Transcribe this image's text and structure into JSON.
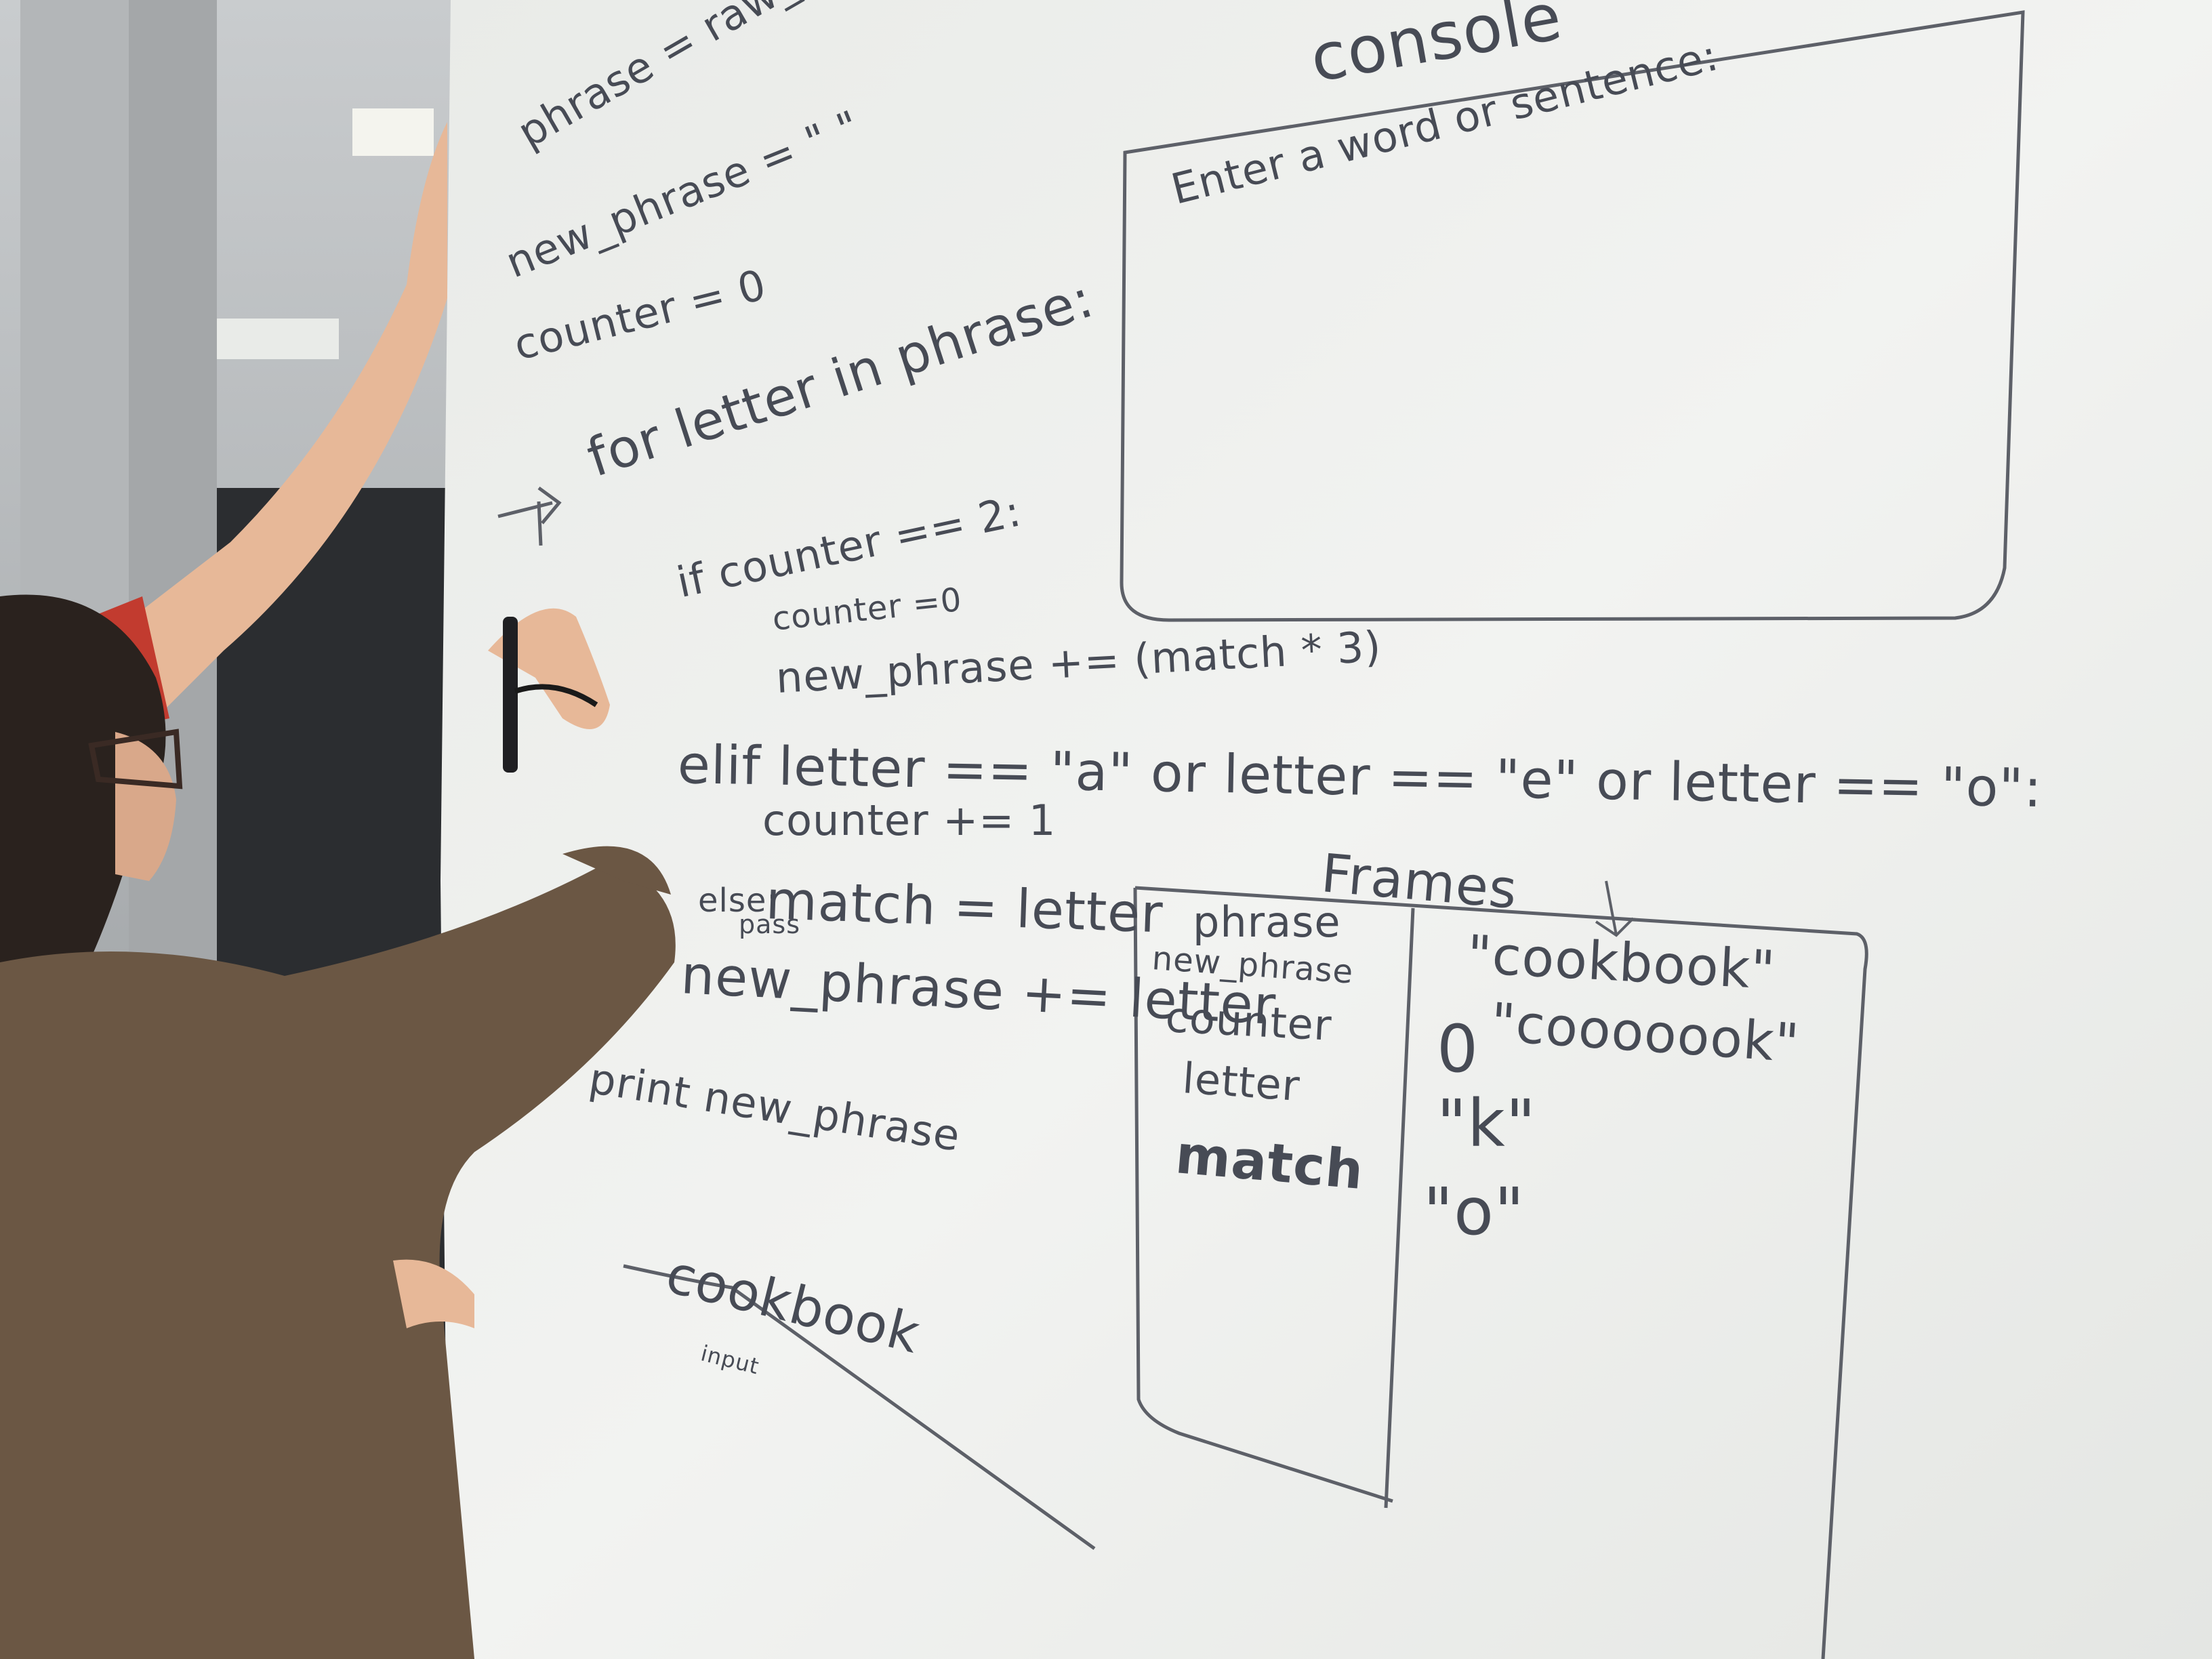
{
  "code_lines": {
    "phrase": "phrase = raw_input(",
    "new_phrase": "new_phrase = \" \"",
    "counter": "counter = 0",
    "for": "for letter in phrase:",
    "if": "if counter == 2:",
    "reset": "counter =0",
    "append_match": "new_phrase += (match * 3)",
    "elif": "elif letter == \"a\" or letter == \"e\" or letter == \"o\":",
    "increment": "counter += 1",
    "match": "match = letter",
    "else": "else:",
    "pass": "pass",
    "append_letter": "new_phrase += letter",
    "print": "print new_phrase"
  },
  "example_input": "cookbook",
  "example_note": "input",
  "console": {
    "title": "console",
    "prompt": "Enter a word or sentence:"
  },
  "frames": {
    "title": "Frames",
    "vars": [
      {
        "name": "phrase",
        "value": "\"cookbook\""
      },
      {
        "name": "new_phrase",
        "value": "\"cooooook\""
      },
      {
        "name": "counter",
        "value": "0"
      },
      {
        "name": "letter",
        "value": "\"k\""
      },
      {
        "name": "match",
        "value": "\"o\""
      }
    ]
  },
  "colors": {
    "whiteboard": "#f0f1ef",
    "marker": "#474b55",
    "sweater": "#6b5744",
    "hair": "#2a221e",
    "red_shirt": "#c23b2f",
    "skin": "#e7b898"
  }
}
